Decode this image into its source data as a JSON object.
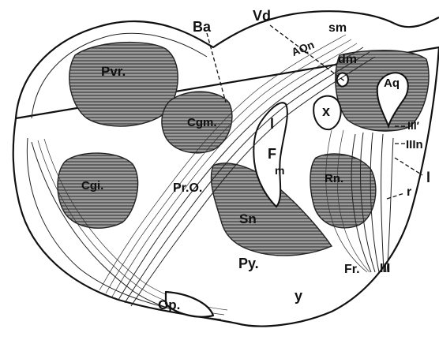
{
  "labels": {
    "ba": "Ba",
    "vd": "Vd",
    "sm": "sm",
    "aqn": "AQn",
    "dm": "dm",
    "aq": "Aq",
    "pvr": "Pvr.",
    "cgm": "Cgm.",
    "x": "x",
    "iii_prime": "III′",
    "iiin": "IIIn",
    "l_left": "l",
    "l_right": "l",
    "f": "F",
    "m": "m",
    "cgi": "Cgi.",
    "rn": "Rn.",
    "pro": "Pr.O.",
    "sn": "Sn",
    "r": "r",
    "py": "Py.",
    "fr": "Fr.",
    "iii": "III",
    "op": "Op.",
    "y": "y"
  }
}
